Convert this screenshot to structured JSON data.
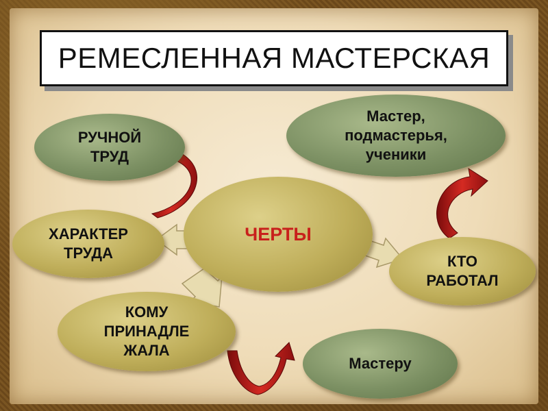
{
  "title": "РЕМЕСЛЕННАЯ МАСТЕРСКАЯ",
  "center": "ЧЕРТЫ",
  "nodes": {
    "manual_labor": "РУЧНОЙ\nТРУД",
    "labor_character": "ХАРАКТЕР\nТРУДА",
    "belonged_to": "КОМУ\nПРИНАДЛЕ\nЖАЛА",
    "master_answer": "Мастеру",
    "who_worked": "КТО\nРАБОТАЛ",
    "workers": "Мастер,\nподмастерья,\nученики"
  },
  "colors": {
    "center_text": "#c8201c",
    "green_oval": "#7d9164",
    "olive_oval": "#bfae5a",
    "arrow_fill": "#e8dcb0",
    "curved_arrow": "#b81c1c"
  }
}
